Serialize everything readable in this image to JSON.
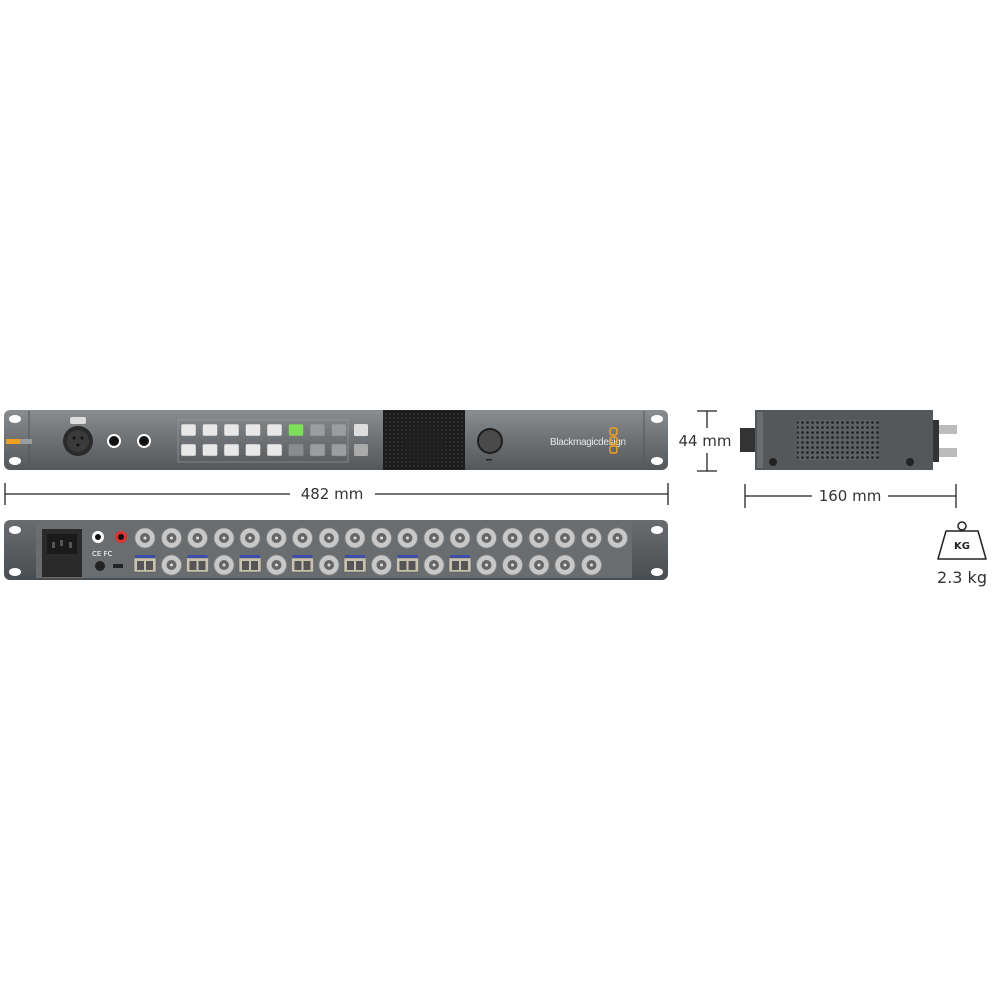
{
  "front_panel": {
    "brand_text": "Blackmagicdesign",
    "active_button_color": "#7de05a",
    "brand_accent_color": "#f0a020"
  },
  "dimensions": {
    "width": "482 mm",
    "height": "44 mm",
    "depth": "160 mm"
  },
  "weight": {
    "icon_label": "KG",
    "value": "2.3 kg"
  },
  "icons": [
    "weight-icon"
  ]
}
